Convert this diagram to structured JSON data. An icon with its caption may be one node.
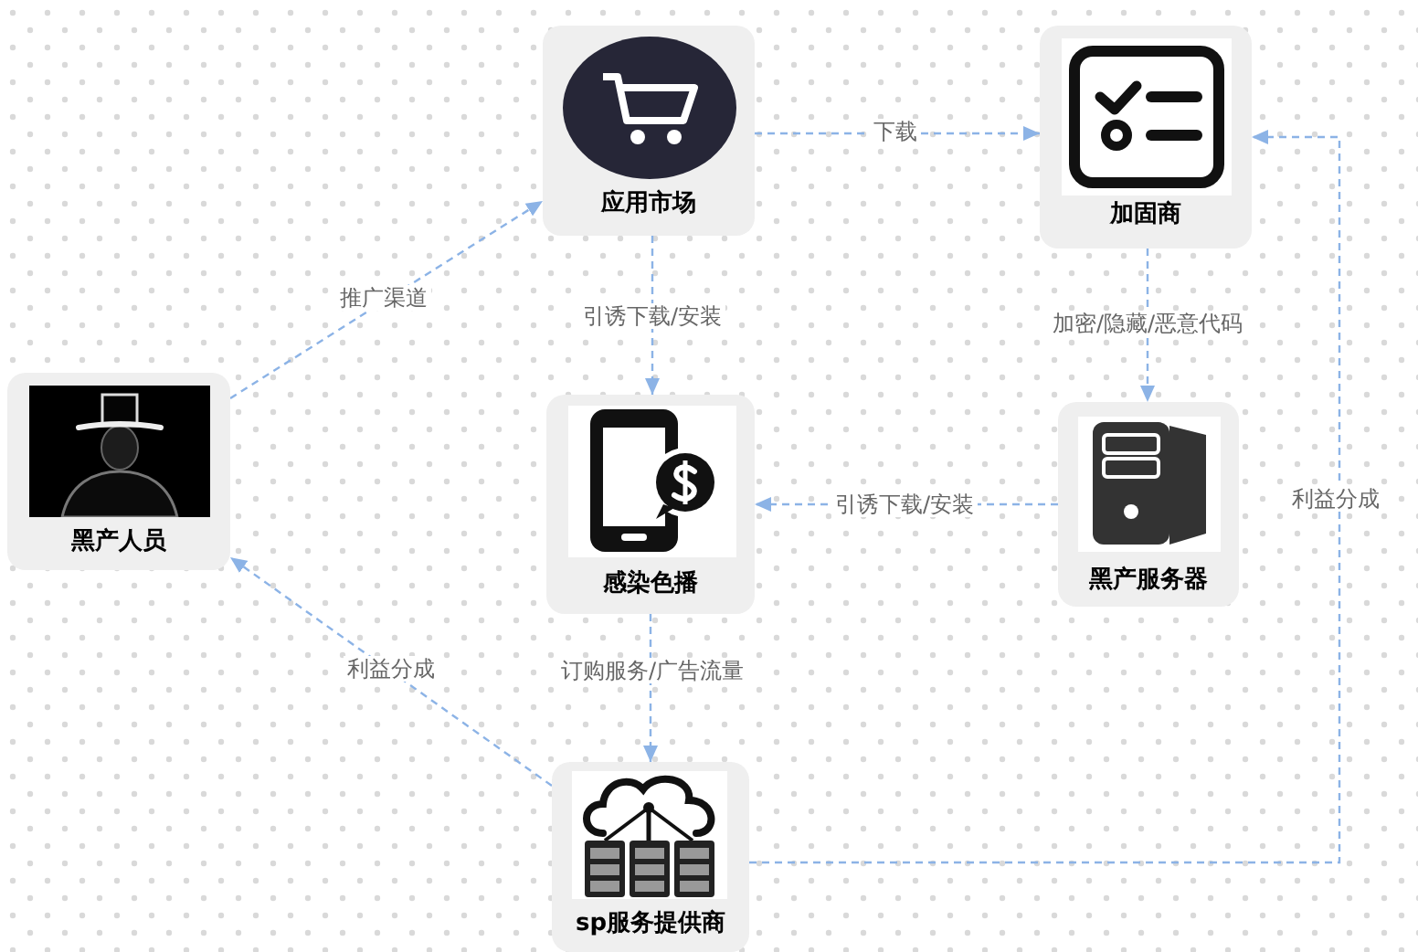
{
  "diagram": {
    "nodes": [
      {
        "text": [
          "黑产人员"
        ]
      },
      {
        "text": [
          "应用市场"
        ]
      },
      {
        "text": [
          "加固商"
        ]
      },
      {
        "text": [
          "感染色播"
        ]
      },
      {
        "text": [
          "黑产服务器"
        ]
      },
      {
        "text": [
          "sp服务提供商"
        ]
      }
    ],
    "edges": [
      {
        "from": 0,
        "to": 1,
        "arrow": "to",
        "label": "推广渠道"
      },
      {
        "from": 1,
        "to": 2,
        "arrow": "to",
        "label": "下载"
      },
      {
        "from": 1,
        "to": 3,
        "arrow": "to",
        "label": "引诱下载/安装"
      },
      {
        "from": 2,
        "to": 4,
        "arrow": "to",
        "label": "加密/隐藏/恶意代码"
      },
      {
        "from": 4,
        "to": 3,
        "arrow": "to",
        "label": "引诱下载/安装"
      },
      {
        "from": 3,
        "to": 5,
        "arrow": "to",
        "label": "订购服务/广告流量"
      },
      {
        "from": 5,
        "to": 0,
        "arrow": "to",
        "label": "利益分成"
      },
      {
        "from": 5,
        "to": 2,
        "arrow": "to",
        "label": "利益分成"
      }
    ]
  }
}
